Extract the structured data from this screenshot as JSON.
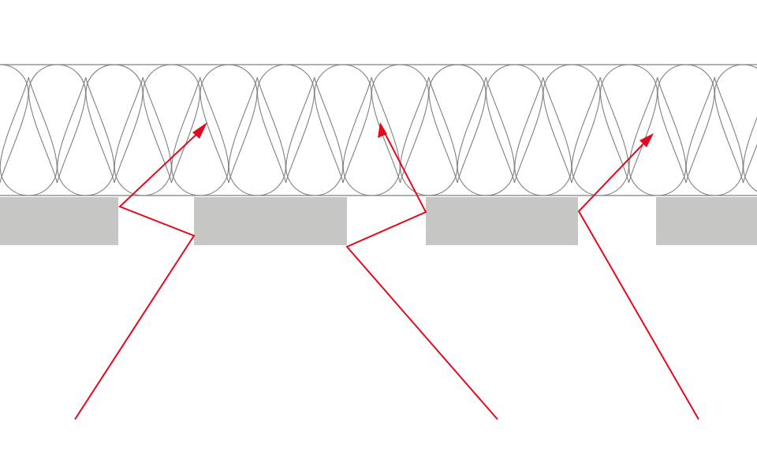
{
  "diagram": {
    "layers": [
      {
        "name": "insulation-layer",
        "pattern": "loops"
      },
      {
        "name": "rafter-row",
        "count": 4
      }
    ],
    "arrows": [
      {
        "name": "ray-arrow",
        "count": 3
      }
    ],
    "colors": {
      "background": "#ffffff",
      "insulation_stroke": "#808080",
      "rafter_fill": "#c6c6c5",
      "arrow": "#e30a1e"
    }
  }
}
